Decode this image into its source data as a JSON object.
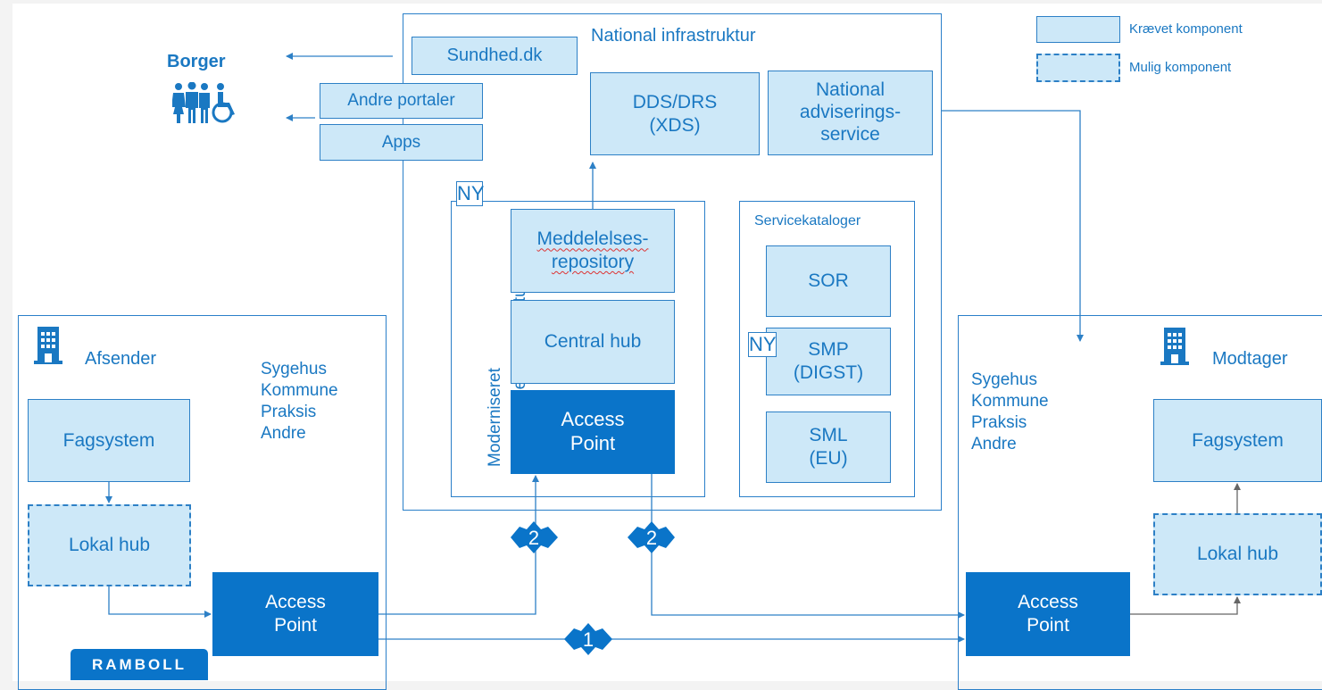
{
  "legend": {
    "required": "Krævet komponent",
    "optional": "Mulig komponent"
  },
  "national": {
    "title": "National infrastruktur",
    "sundhed": "Sundhed.dk",
    "dds": "DDS/DRS\n(XDS)",
    "advis": "National\nadviserings-\nservice"
  },
  "borger": {
    "title": "Borger",
    "andre_portaler": "Andre portaler",
    "apps": "Apps"
  },
  "modern": {
    "ny": "NY",
    "vertical": "Moderniseret\nmeddelelsesinfrastruktur",
    "repo_line1": "Meddelelses-",
    "repo_line2": "repository",
    "central_hub": "Central hub",
    "access_point": "Access\nPoint"
  },
  "service": {
    "title": "Servicekataloger",
    "sor": "SOR",
    "ny": "NY",
    "smp": "SMP\n(DIGST)",
    "sml": "SML\n(EU)"
  },
  "afsender": {
    "title": "Afsender",
    "orgs": "Sygehus\nKommune\nPraksis\nAndre",
    "fagsystem": "Fagsystem",
    "lokal_hub": "Lokal hub",
    "access_point": "Access\nPoint"
  },
  "modtager": {
    "title": "Modtager",
    "orgs": "Sygehus\nKommune\nPraksis\nAndre",
    "fagsystem": "Fagsystem",
    "lokal_hub": "Lokal hub",
    "access_point": "Access\nPoint"
  },
  "connectors": {
    "left": "2",
    "right": "2",
    "bottom": "1"
  },
  "logo": "RAMBOLL",
  "colors": {
    "accent": "#0a74c9",
    "light_fill": "#cde8f8",
    "border": "#2d80c6",
    "text": "#1a78c2"
  }
}
